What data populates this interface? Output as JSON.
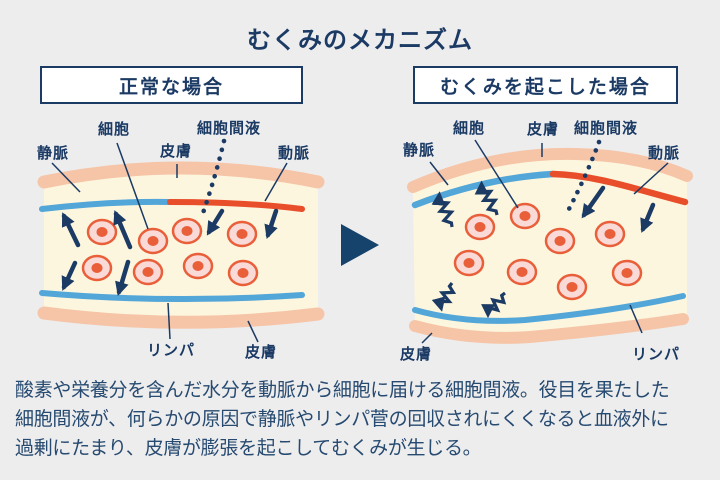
{
  "title": "むくみのメカニズム",
  "panel_normal": {
    "heading": "正常な場合",
    "labels": {
      "vein": "静脈",
      "cell": "細胞",
      "skin_top": "皮膚",
      "interstitial": "細胞間液",
      "artery": "動脈",
      "lymph": "リンパ",
      "skin_bottom": "皮膚"
    }
  },
  "panel_edema": {
    "heading": "むくみを起こした場合",
    "labels": {
      "vein": "静脈",
      "cell": "細胞",
      "skin_top": "皮膚",
      "interstitial": "細胞間液",
      "artery": "動脈",
      "skin_bottom": "皮膚",
      "lymph": "リンパ"
    }
  },
  "description_lines": [
    "酸素や栄養分を含んだ水分を動脈から細胞に届ける細胞間液。役目を果たした",
    "細胞間液が、何らかの原因で静脈やリンパ菅の回収されにくくなると血液外に",
    "過剰にたまり、皮膚が膨張を起こしてむくみが生じる。"
  ],
  "colors": {
    "background": "#ededee",
    "navy": "#1b3a64",
    "skin": "#f6c5a7",
    "tissue": "#fdf6de",
    "vein_blue": "#53a6d8",
    "artery_red": "#e84e2a",
    "cell_outline": "#e85f3a",
    "cell_fill": "#f9dad6",
    "body_text": "#274a70"
  }
}
